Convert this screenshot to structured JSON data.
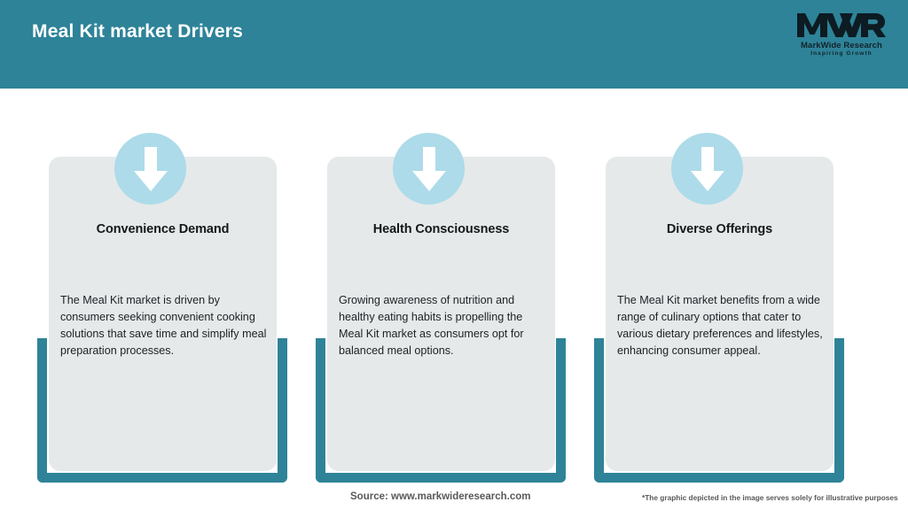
{
  "header": {
    "title": "Meal Kit market Drivers",
    "band_color": "#2e8398",
    "title_color": "#ffffff"
  },
  "logo": {
    "mark": "MWR",
    "name": "MarkWide Research",
    "tagline": "Inspiring Growth"
  },
  "theme": {
    "teal": "#2e8398",
    "panel_gray": "#e5e9ea",
    "icon_blue": "#addbe9",
    "text_dark": "#14181a",
    "footer_gray": "#58595b"
  },
  "cards": [
    {
      "icon": "arrow-down-icon",
      "title": "Convenience Demand",
      "body": "The Meal Kit market is driven by consumers seeking convenient cooking solutions that save time and simplify meal preparation processes."
    },
    {
      "icon": "arrow-down-icon",
      "title": "Health Consciousness",
      "body": "Growing awareness of nutrition and healthy eating habits is propelling the Meal Kit market as consumers opt for balanced meal options."
    },
    {
      "icon": "arrow-down-icon",
      "title": "Diverse Offerings",
      "body": "The Meal Kit market benefits from a wide range of culinary options that cater to various dietary preferences and lifestyles, enhancing consumer appeal."
    }
  ],
  "footer": {
    "source": "Source: www.markwideresearch.com",
    "disclaimer": "*The graphic depicted in the image serves solely for illustrative purposes"
  }
}
